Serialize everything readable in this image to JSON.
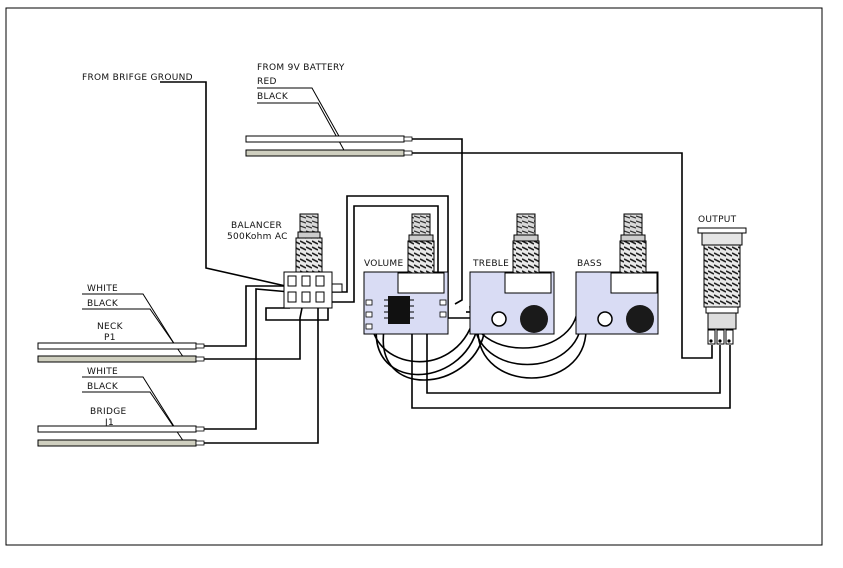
{
  "labels": {
    "bridge_ground": "FROM BRIFGE GROUND",
    "battery": "FROM 9V BATTERY",
    "red": "RED",
    "black_top": "BLACK",
    "balancer": "BALANCER",
    "balancer_value": "500Kohm AC",
    "white_neck": "WHITE",
    "black_neck": "BLACK",
    "neck": "NECK",
    "neck_id": "P1",
    "white_bridge": "WHITE",
    "black_bridge": "BLACK",
    "bridge": "BRIDGE",
    "bridge_id": "J1",
    "volume": "VOLUME",
    "treble": "TREBLE",
    "bass": "BASS",
    "output": "OUTPUT"
  },
  "colors": {
    "board": "#d9dcf4",
    "cable_white": "#ffffff",
    "cable_grey": "#cfcfbf",
    "knob_dark": "#1a1a1a"
  }
}
